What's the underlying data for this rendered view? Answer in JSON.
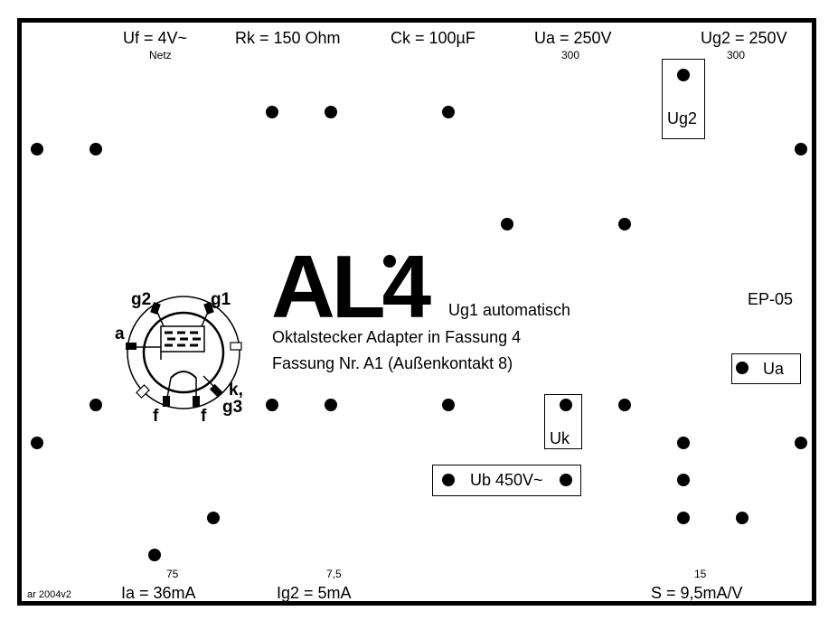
{
  "header": {
    "uf": "Uf = 4V~",
    "uf_sub": "Netz",
    "rk": "Rk = 150 Ohm",
    "ck": "Ck = 100µF",
    "ua": "Ua = 250V",
    "ua_sub": "300",
    "ug2": "Ug2 = 250V",
    "ug2_sub": "300"
  },
  "title": {
    "tube": "AL4",
    "ug1": "Ug1 automatisch",
    "line1": "Oktalstecker Adapter in Fassung 4",
    "line2": "Fassung Nr. A1 (Außenkontakt 8)",
    "code": "EP-05"
  },
  "boxes": {
    "ug2": "Ug2",
    "ua": "Ua",
    "uk": "Uk",
    "ub": "Ub 450V~"
  },
  "socket_labels": {
    "g2": "g2",
    "g1": "g1",
    "a": "a",
    "k": "k,",
    "g3": "g3",
    "f_left": "f",
    "f_right": "f"
  },
  "footer": {
    "version": "ar 2004v2",
    "ia_sub": "75",
    "ia": "Ia = 36mA",
    "ig2_sub": "7,5",
    "ig2": "Ig2 = 5mA",
    "s_sub": "15",
    "s": "S = 9,5mA/V"
  }
}
